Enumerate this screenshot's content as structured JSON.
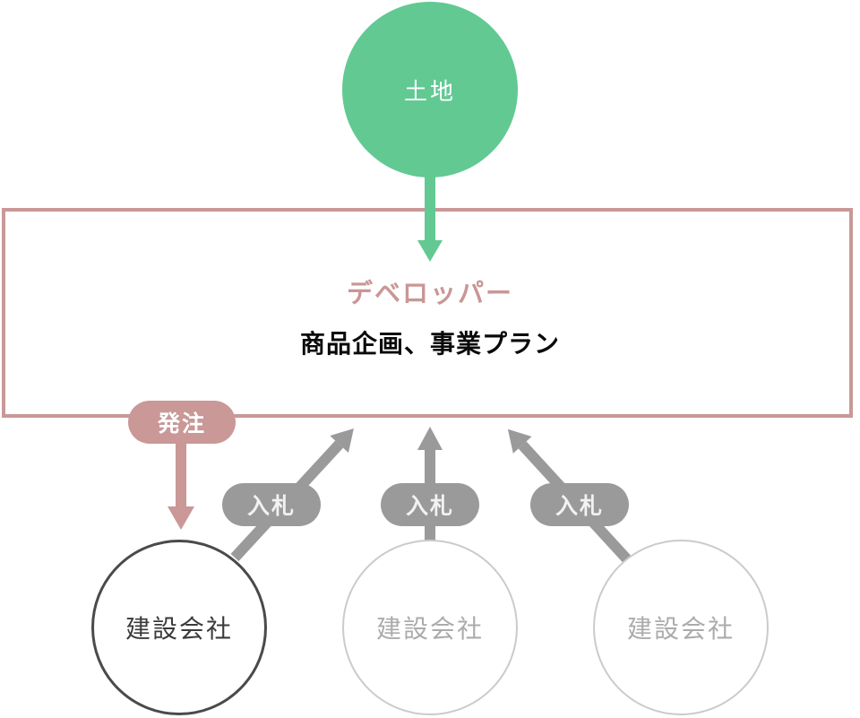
{
  "diagram": {
    "land_circle": {
      "label": "土地"
    },
    "developer_box": {
      "title": "デベロッパー",
      "subtitle": "商品企画、事業プラン"
    },
    "order_badge": {
      "label": "発注"
    },
    "bid_badges": [
      {
        "label": "入札"
      },
      {
        "label": "入札"
      },
      {
        "label": "入札"
      }
    ],
    "construction_circles": [
      {
        "label": "建設会社",
        "emphasized": true
      },
      {
        "label": "建設会社",
        "emphasized": false
      },
      {
        "label": "建設会社",
        "emphasized": false
      }
    ],
    "flows": [
      {
        "from": "土地",
        "to": "デベロッパー",
        "label": ""
      },
      {
        "from": "デベロッパー",
        "to": "建設会社 (1)",
        "label": "発注"
      },
      {
        "from": "建設会社 (1)",
        "to": "デベロッパー",
        "label": "入札"
      },
      {
        "from": "建設会社 (2)",
        "to": "デベロッパー",
        "label": "入札"
      },
      {
        "from": "建設会社 (3)",
        "to": "デベロッパー",
        "label": "入札"
      }
    ],
    "colors": {
      "green": "#62C993",
      "pink": "#C99897",
      "gray": "#9A9A9A",
      "dark_circle_border": "#4A4A4A",
      "light_circle_border": "#CBCBCB",
      "light_circle_text": "#ABABAB",
      "dark_circle_text": "#3A3A3A"
    }
  }
}
